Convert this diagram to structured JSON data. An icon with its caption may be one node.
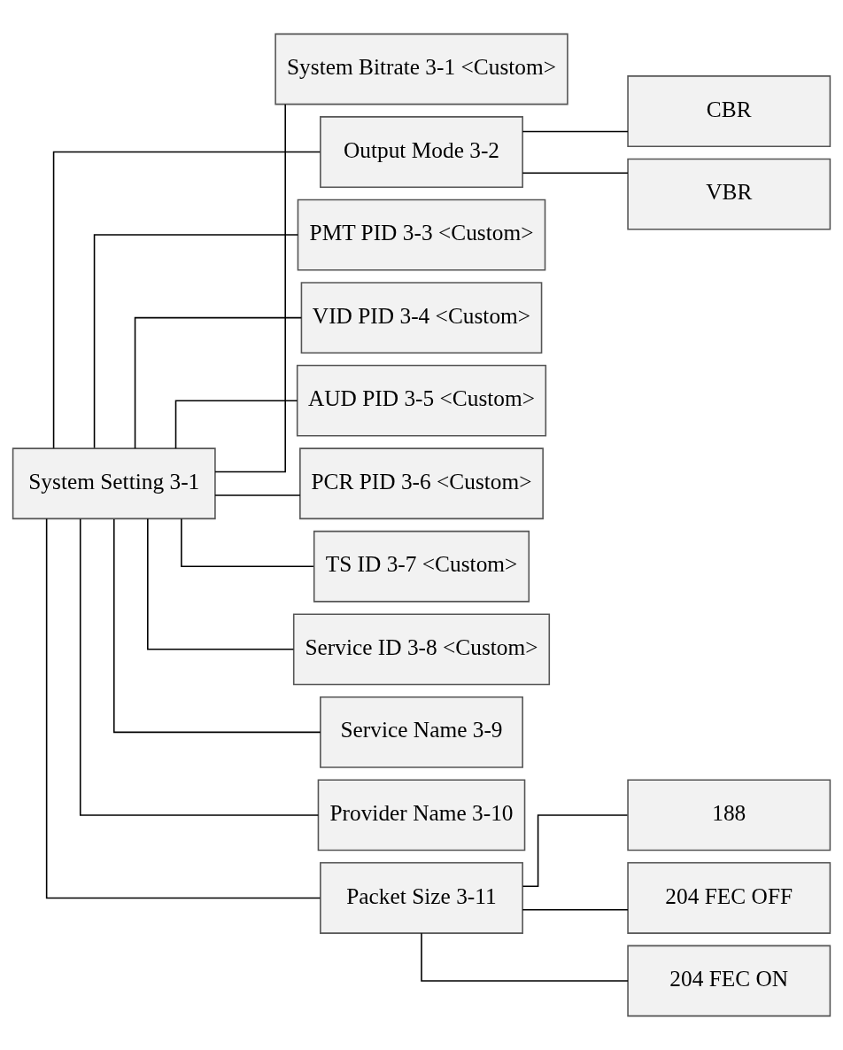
{
  "diagram": {
    "nodes": [
      {
        "text": [
          "System Setting 3-1"
        ]
      },
      {
        "text": [
          "System Bitrate 3-1 <Custom>"
        ]
      },
      {
        "text": [
          "Output Mode 3-2"
        ]
      },
      {
        "text": [
          "CBR"
        ]
      },
      {
        "text": [
          "VBR"
        ]
      },
      {
        "text": [
          "PMT PID 3-3 <Custom>"
        ]
      },
      {
        "text": [
          "VID PID 3-4 <Custom>"
        ]
      },
      {
        "text": [
          "AUD PID 3-5 <Custom>"
        ]
      },
      {
        "text": [
          "PCR PID 3-6 <Custom>"
        ]
      },
      {
        "text": [
          "TS ID 3-7 <Custom>"
        ]
      },
      {
        "text": [
          "Service ID 3-8 <Custom>"
        ]
      },
      {
        "text": [
          "Service Name 3-9"
        ]
      },
      {
        "text": [
          "Provider Name 3-10"
        ]
      },
      {
        "text": [
          "Packet Size 3-11"
        ]
      },
      {
        "text": [
          "188"
        ]
      },
      {
        "text": [
          "204 FEC OFF"
        ]
      },
      {
        "text": [
          "204 FEC ON"
        ]
      }
    ],
    "edges": [
      {
        "from": 0,
        "to": 1,
        "arrow": "none"
      },
      {
        "from": 0,
        "to": 2,
        "arrow": "none"
      },
      {
        "from": 2,
        "to": 3,
        "arrow": "none"
      },
      {
        "from": 2,
        "to": 4,
        "arrow": "none"
      },
      {
        "from": 0,
        "to": 5,
        "arrow": "none"
      },
      {
        "from": 0,
        "to": 6,
        "arrow": "none"
      },
      {
        "from": 0,
        "to": 7,
        "arrow": "none"
      },
      {
        "from": 0,
        "to": 8,
        "arrow": "none"
      },
      {
        "from": 0,
        "to": 9,
        "arrow": "none"
      },
      {
        "from": 0,
        "to": 10,
        "arrow": "none"
      },
      {
        "from": 0,
        "to": 11,
        "arrow": "none"
      },
      {
        "from": 0,
        "to": 12,
        "arrow": "none"
      },
      {
        "from": 0,
        "to": 13,
        "arrow": "none"
      },
      {
        "from": 13,
        "to": 14,
        "arrow": "none"
      },
      {
        "from": 13,
        "to": 15,
        "arrow": "none"
      },
      {
        "from": 13,
        "to": 16,
        "arrow": "none"
      }
    ]
  }
}
